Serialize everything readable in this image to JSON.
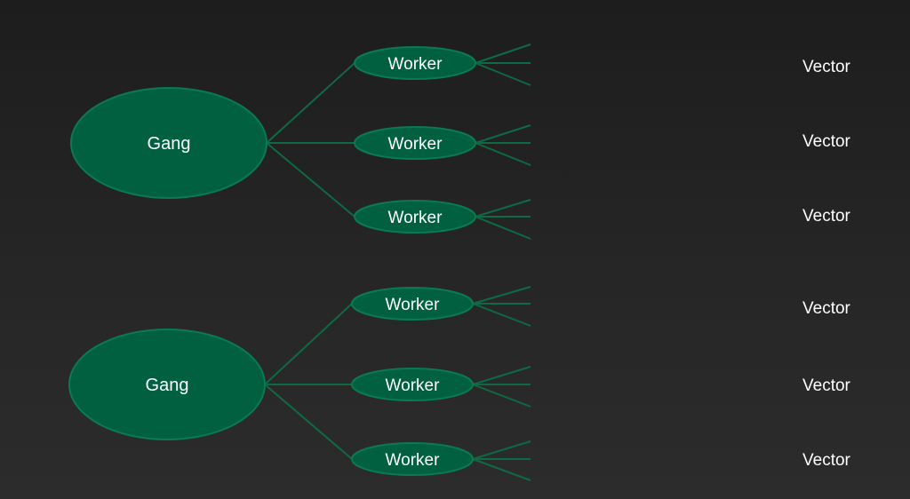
{
  "colors": {
    "node_fill": "#00603f",
    "node_stroke": "#0a7a50",
    "edge": "#0e6a45",
    "vector_bar": "#00703f",
    "text": "#ffffff"
  },
  "gangs": [
    {
      "label": "Gang",
      "workers": [
        {
          "label": "Worker",
          "vector_label": "Vector"
        },
        {
          "label": "Worker",
          "vector_label": "Vector"
        },
        {
          "label": "Worker",
          "vector_label": "Vector"
        }
      ]
    },
    {
      "label": "Gang",
      "workers": [
        {
          "label": "Worker",
          "vector_label": "Vector"
        },
        {
          "label": "Worker",
          "vector_label": "Vector"
        },
        {
          "label": "Worker",
          "vector_label": "Vector"
        }
      ]
    }
  ]
}
